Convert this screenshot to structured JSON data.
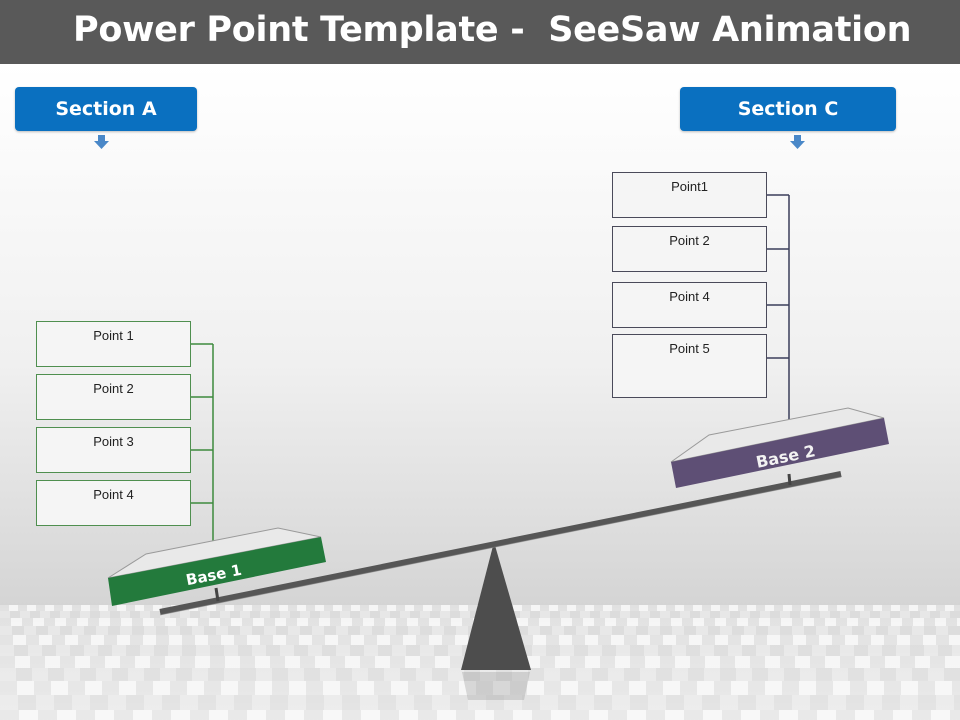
{
  "title": "Power Point Template -  SeeSaw Animation",
  "sections": {
    "a": {
      "label": "Section A",
      "points": [
        "Point 1",
        "Point 2",
        "Point 3",
        "Point 4"
      ],
      "base": "Base 1",
      "color": "#237a3c"
    },
    "c": {
      "label": "Section C",
      "points": [
        "Point1",
        "Point 2",
        "Point 4",
        "Point 5"
      ],
      "base": "Base 2",
      "color": "#5e4f75"
    }
  },
  "colors": {
    "title_bar": "#595959",
    "section_button": "#0a70c0",
    "arrow": "#4a88c8",
    "beam": "#555555"
  }
}
